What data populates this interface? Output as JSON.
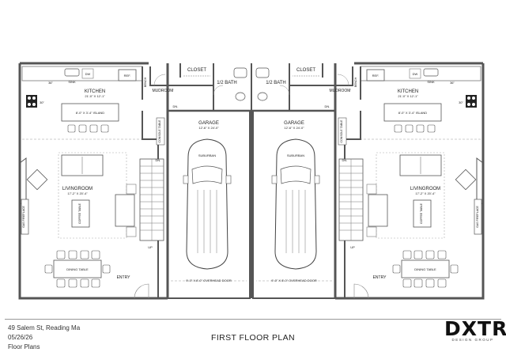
{
  "plan": {
    "title": "FIRST FLOOR PLAN",
    "address": "49 Salem St, Reading Ma",
    "date": "05/26/26",
    "sheet": "Floor Plans",
    "brand": "DXTR",
    "brand_sub": "DESIGN GROUP"
  },
  "unit_left": {
    "kitchen": "KITCHEN",
    "kitchen_dim": "21'-0\" X 12'-1\"",
    "island": "8'-0\" X 3'-4\" ISLAND",
    "sink": "SINK",
    "dw": "DW",
    "ref": "REF.",
    "bench": "BENCH",
    "closet": "CLOSET",
    "bath": "1/2 BATH",
    "mudroom": "MUDROOM",
    "dn": "DN.",
    "console": "CONSOLE TABLE",
    "garage": "GARAGE",
    "garage_dim": "12'-6\" X 24'-0\"",
    "car": "SUBURBAN",
    "door": "9'-0\" X 8'-0\" OVERHEAD DOOR",
    "up": "UP",
    "dn2": "DN.",
    "living": "LIVINGROOM",
    "living_dim": "17'-2\" X 20'-4\"",
    "coffee": "COFFEE TABLE",
    "dining": "DINING TABLE",
    "entry": "ENTRY",
    "fireplace": "GAS FIREPLACE",
    "dim36": "36\"",
    "dim30": "30\""
  },
  "unit_right": {
    "kitchen": "KITCHEN",
    "kitchen_dim": "21'-0\" X 12'-1\"",
    "island": "8'-0\" X 3'-4\" ISLAND",
    "sink": "SINK",
    "dw": "DW",
    "ref": "REF.",
    "bench": "BENCH",
    "closet": "CLOSET",
    "bath": "1/2 BATH",
    "mudroom": "MUDROOM",
    "dn": "DN.",
    "console": "CONSOLE TABLE",
    "garage": "GARAGE",
    "garage_dim": "12'-6\" X 24'-0\"",
    "car": "SUBURBAN",
    "door": "9'-0\" X 8'-0\" OVERHEAD DOOR",
    "up": "UP",
    "dn2": "DN.",
    "living": "LIVINGROOM",
    "living_dim": "17'-2\" X 20'-4\"",
    "coffee": "COFFEE TABLE",
    "dining": "DINING TABLE",
    "entry": "ENTRY",
    "fireplace": "GAS FIREPLACE",
    "dim36": "36\"",
    "dim30": "30\""
  }
}
